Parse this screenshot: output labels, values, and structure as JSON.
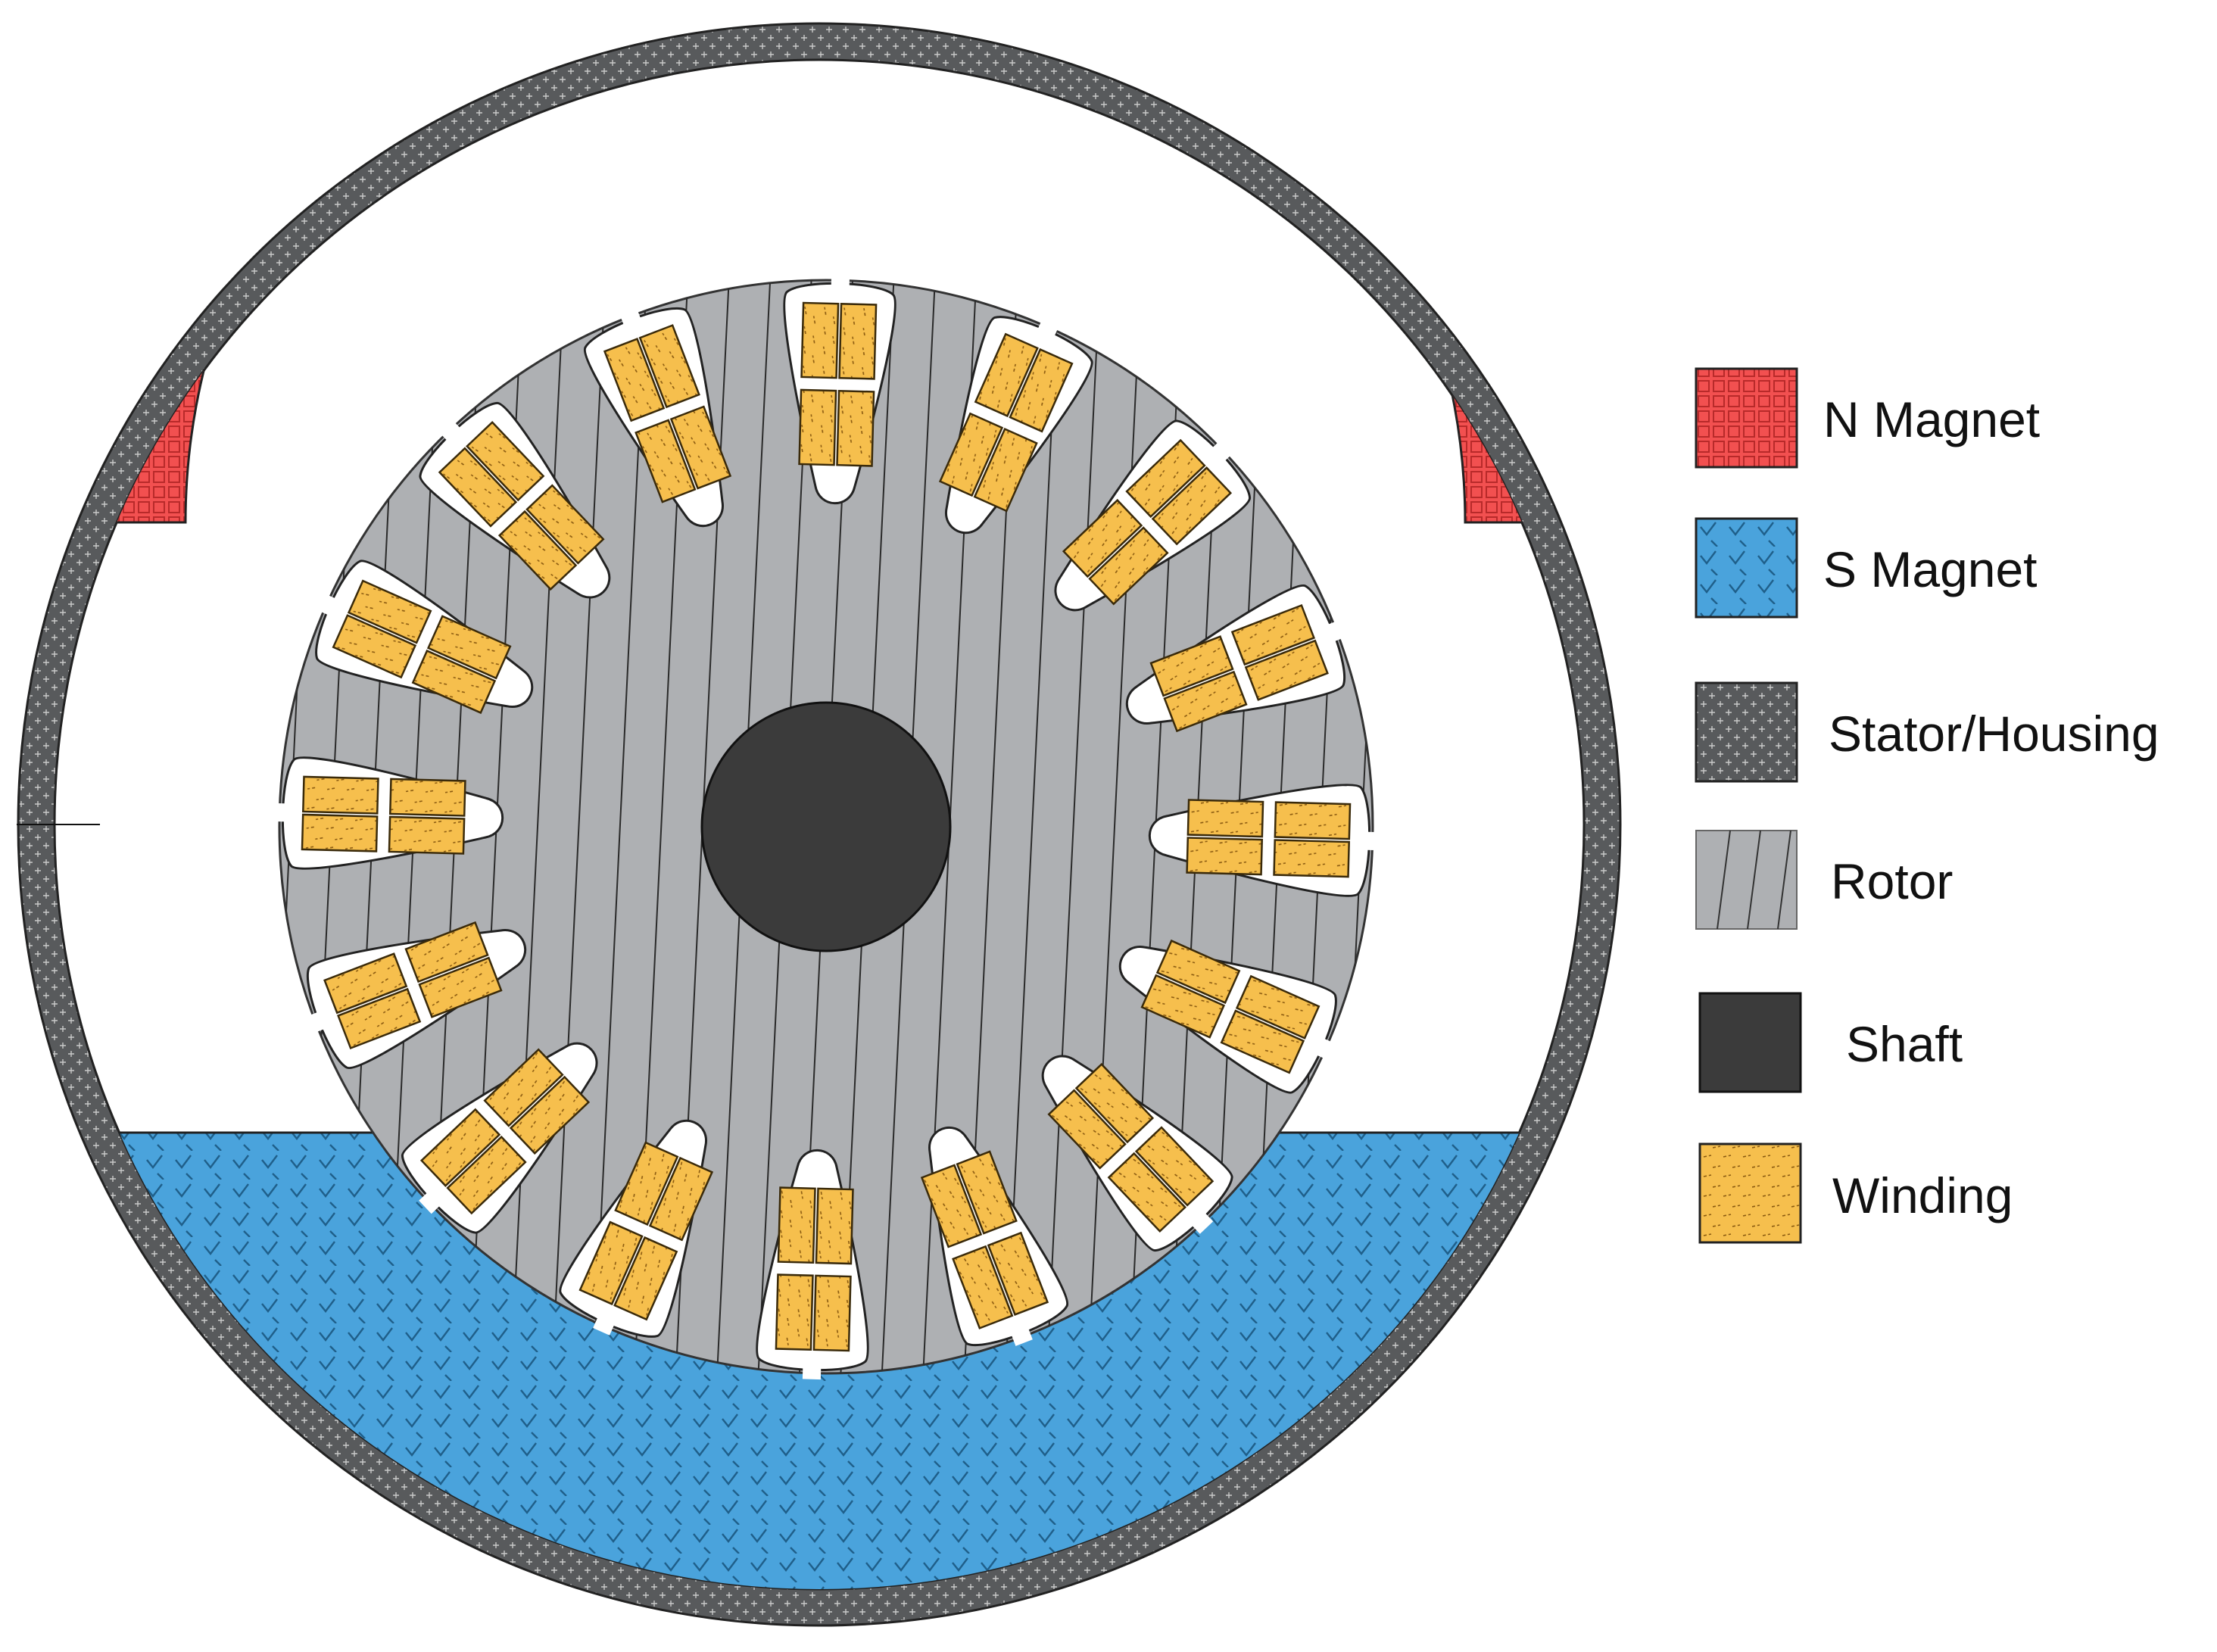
{
  "diagram": {
    "slot_count": 16,
    "rotor_line_count": 28,
    "colors": {
      "n_magnet": "#f25050",
      "s_magnet": "#4aa3dc",
      "stator_housing": "#585a5c",
      "rotor": "#aeb0b3",
      "shaft": "#3b3b3b",
      "winding": "#f6bf4d",
      "slot": "#ffffff",
      "outline": "#222222"
    }
  },
  "legend": [
    {
      "label": "N Magnet",
      "swatch": "n_magnet"
    },
    {
      "label": "S Magnet",
      "swatch": "s_magnet"
    },
    {
      "label": "Stator/Housing",
      "swatch": "stator_housing"
    },
    {
      "label": "Rotor",
      "swatch": "rotor"
    },
    {
      "label": "Shaft",
      "swatch": "shaft"
    },
    {
      "label": "Winding",
      "swatch": "winding"
    }
  ]
}
